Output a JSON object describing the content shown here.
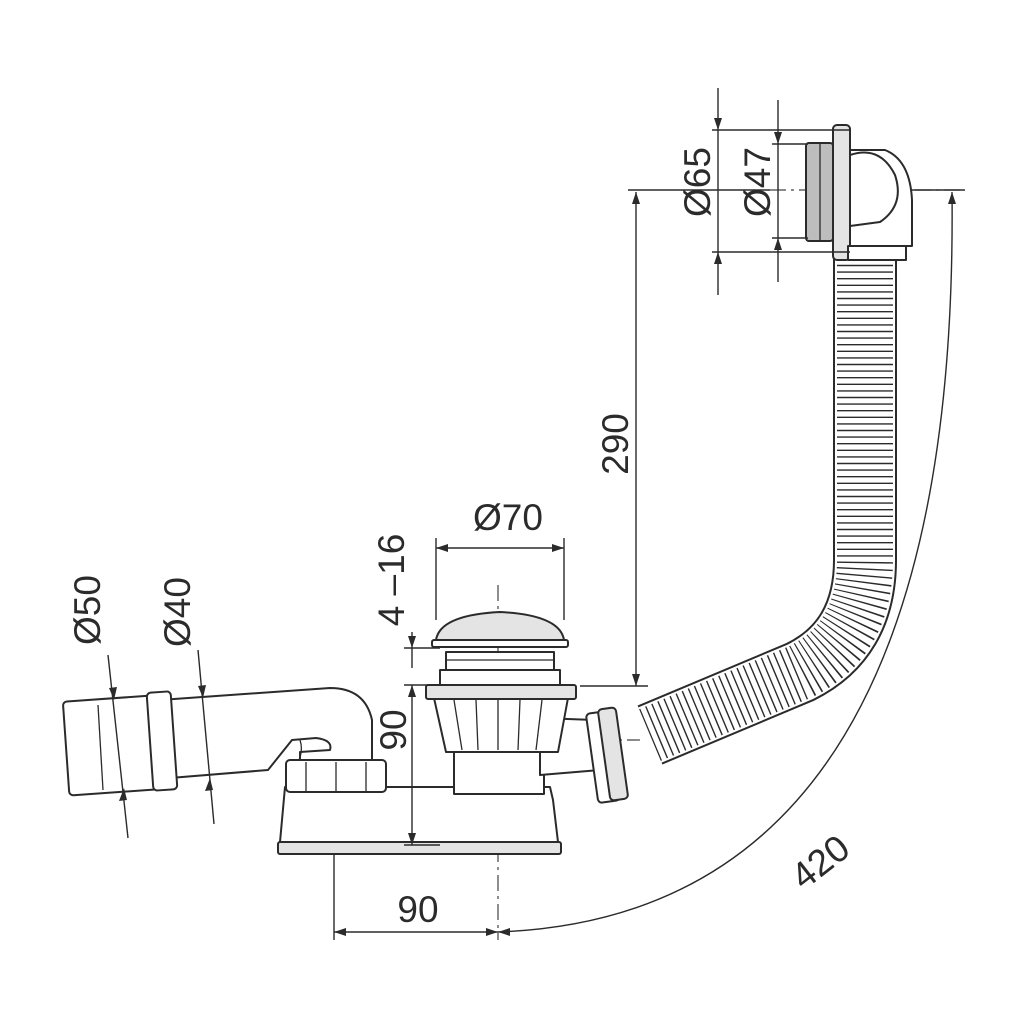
{
  "dimensions": {
    "overflow_outer_diameter": "Ø65",
    "overflow_inner_diameter": "Ø47",
    "overflow_height": "290",
    "plug_diameter": "Ø70",
    "plug_lift_range": "4 –16",
    "trap_height": "90",
    "outlet_outer_diameter": "Ø50",
    "outlet_inner_diameter": "Ø40",
    "waste_offset": "90",
    "hose_length": "420"
  }
}
